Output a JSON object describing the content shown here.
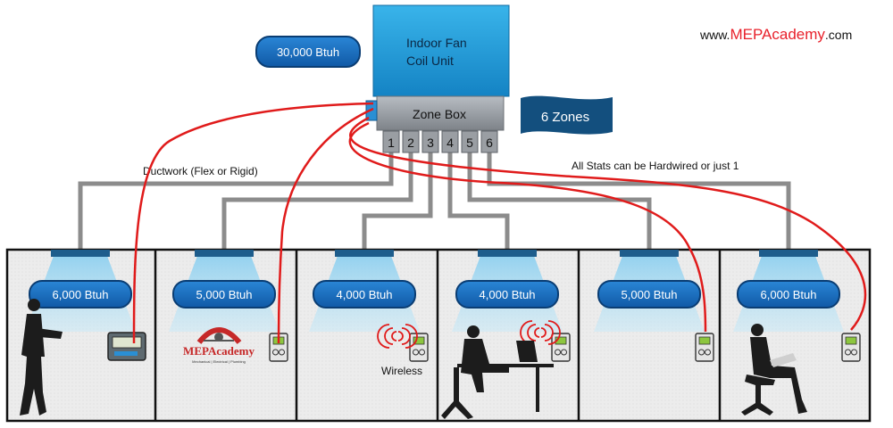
{
  "header": {
    "brand_prefix": "www.",
    "brand_main": "MEPAcademy",
    "brand_suffix": ".com",
    "brand_color": "#e8212b"
  },
  "fan_coil": {
    "line1": "Indoor Fan",
    "line2": "Coil Unit",
    "capacity": "30,000 Btuh",
    "color": "#1c9ad6"
  },
  "zone_box": {
    "label": "Zone Box",
    "zones_badge": "6 Zones",
    "outlets": [
      "1",
      "2",
      "3",
      "4",
      "5",
      "6"
    ]
  },
  "notes": {
    "ductwork": "Ductwork (Flex or Rigid)",
    "stats": "All Stats can be Hardwired or just 1",
    "wireless": "Wireless"
  },
  "logo": {
    "name": "MEPAcademy",
    "tagline": "Mechanical | Electrical | Plumbing"
  },
  "rooms": [
    {
      "capacity": "6,000 Btuh",
      "thermostat": "programmable-thermostat-icon",
      "connection": "hardwired"
    },
    {
      "capacity": "5,000 Btuh",
      "thermostat": "thermostat-icon",
      "connection": "hardwired"
    },
    {
      "capacity": "4,000 Btuh",
      "thermostat": "thermostat-icon",
      "connection": "wireless"
    },
    {
      "capacity": "4,000 Btuh",
      "thermostat": "thermostat-icon",
      "connection": "wireless"
    },
    {
      "capacity": "5,000 Btuh",
      "thermostat": "thermostat-icon",
      "connection": "hardwired"
    },
    {
      "capacity": "6,000 Btuh",
      "thermostat": "thermostat-icon",
      "connection": "hardwired"
    }
  ],
  "colors": {
    "duct": "#8c8c8c",
    "wire": "#e01b1b",
    "pill": "#1a6fbf",
    "dark_blue": "#0d3a6b",
    "room_bg": "#ebebeb"
  }
}
